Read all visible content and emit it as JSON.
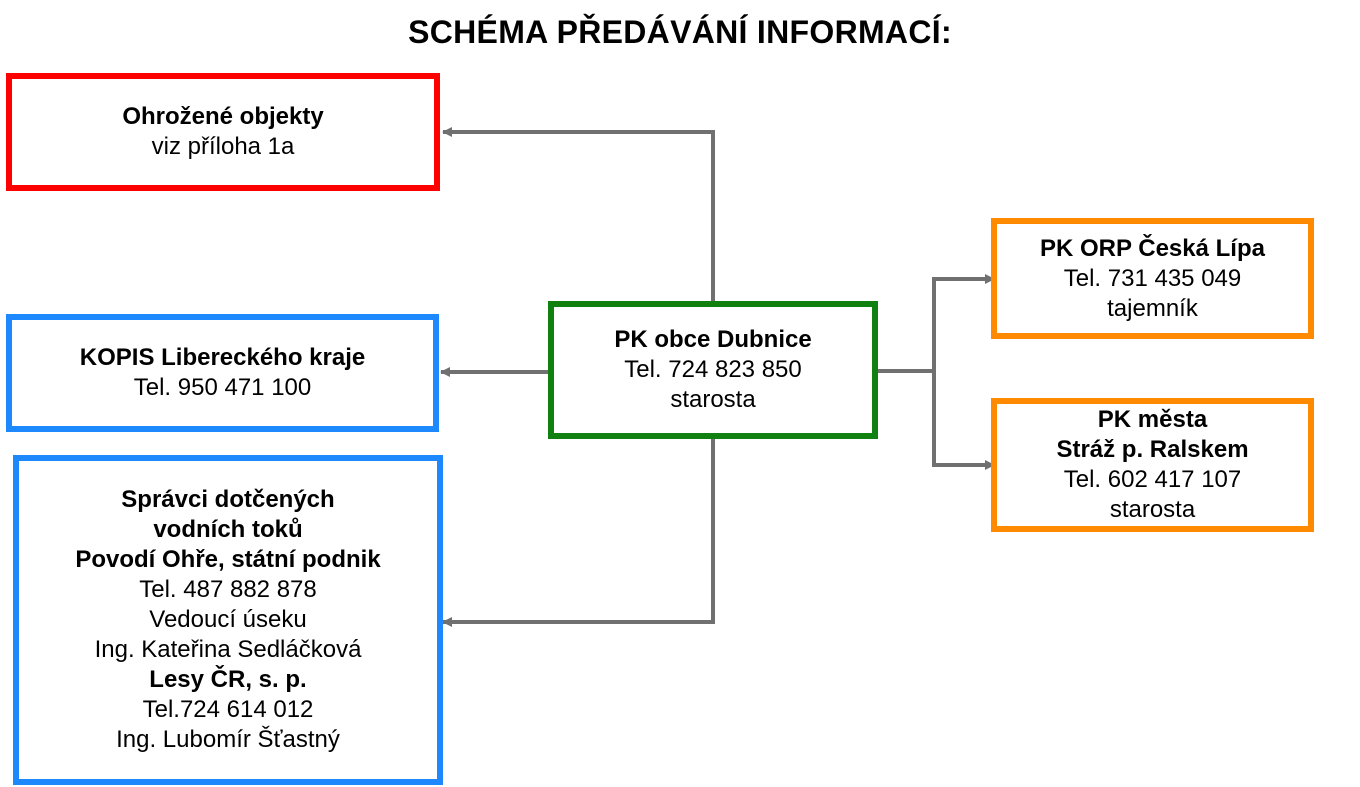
{
  "title": "SCHÉMA PŘEDÁVÁNÍ INFORMACÍ:",
  "colors": {
    "threatened": "#ff0000",
    "kopis": "#1e88ff",
    "managers": "#1e88ff",
    "center": "#108010",
    "orp": "#ff8a00",
    "straz": "#ff8a00",
    "connector": "#707070"
  },
  "threatened": {
    "heading": "Ohrožené objekty",
    "line1": "viz příloha 1a"
  },
  "kopis": {
    "heading": "KOPIS Libereckého kraje",
    "phone": "Tel. 950 471 100"
  },
  "managers": {
    "line1": "Správci dotčených",
    "line2": "vodních toků",
    "org1": "Povodí Ohře, státní podnik",
    "org1_phone": "Tel. 487 882 878",
    "org1_role": "Vedoucí úseku",
    "org1_person": "Ing. Kateřina Sedláčková",
    "org2": "Lesy ČR, s. p.",
    "org2_phone": "Tel.724 614 012",
    "org2_person": "Ing. Lubomír Šťastný"
  },
  "center": {
    "heading": "PK obce Dubnice",
    "phone": "Tel. 724 823 850",
    "role": "starosta"
  },
  "orp": {
    "heading": "PK ORP Česká Lípa",
    "phone": "Tel. 731 435 049",
    "role": "tajemník"
  },
  "straz": {
    "heading1": "PK města",
    "heading2": "Stráž p. Ralskem",
    "phone": "Tel. 602 417 107",
    "role": "starosta"
  }
}
